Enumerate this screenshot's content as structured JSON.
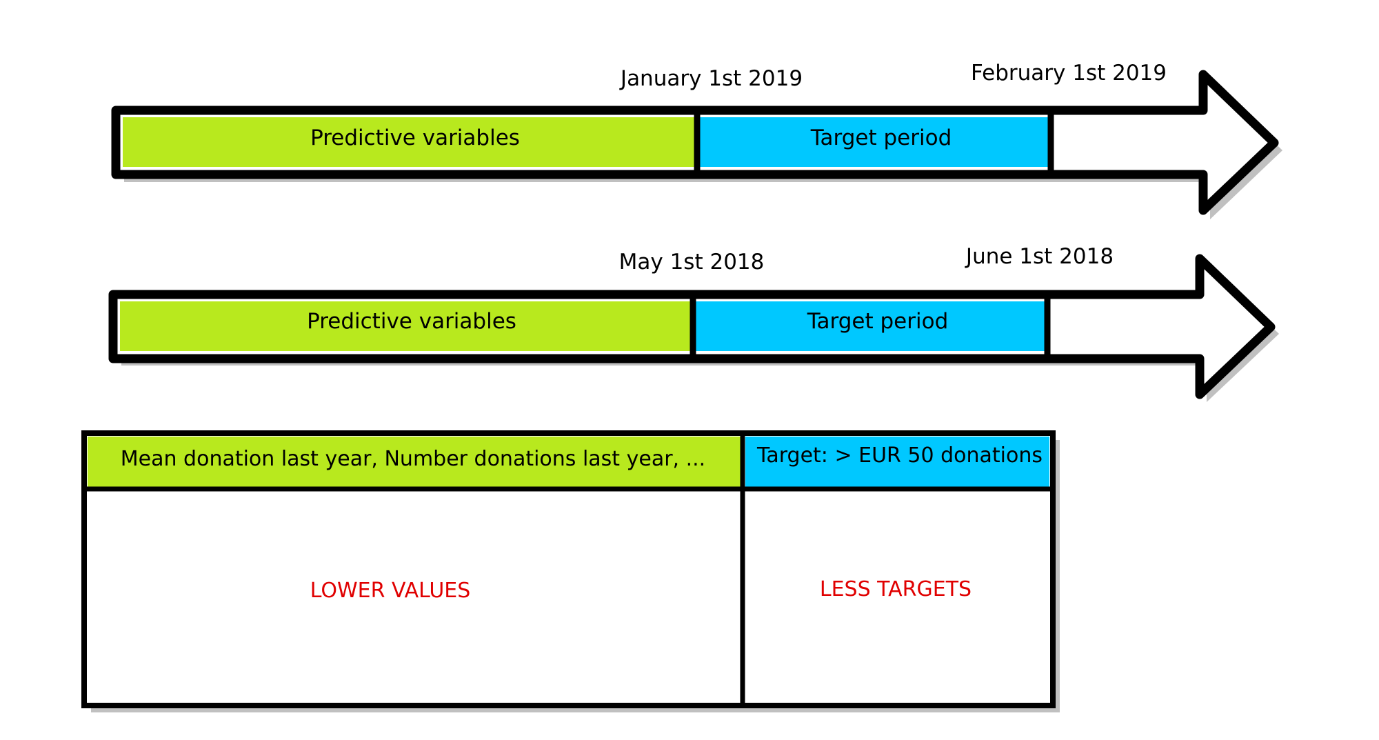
{
  "colors": {
    "predictive": "#b8e91e",
    "target": "#00c8ff",
    "outline": "#000000",
    "shadow": "#c0c0c0",
    "note": "#e00000"
  },
  "timelines": [
    {
      "date_start": "January 1st 2019",
      "date_end": "February 1st 2019",
      "predictive_label": "Predictive variables",
      "target_label": "Target period"
    },
    {
      "date_start": "May 1st 2018",
      "date_end": "June 1st 2018",
      "predictive_label": "Predictive variables",
      "target_label": "Target period"
    }
  ],
  "table": {
    "features_header": "Mean donation last year, Number donations last year, ...",
    "target_header": "Target: > EUR 50 donations",
    "features_note": "LOWER VALUES",
    "target_note": "LESS TARGETS"
  }
}
